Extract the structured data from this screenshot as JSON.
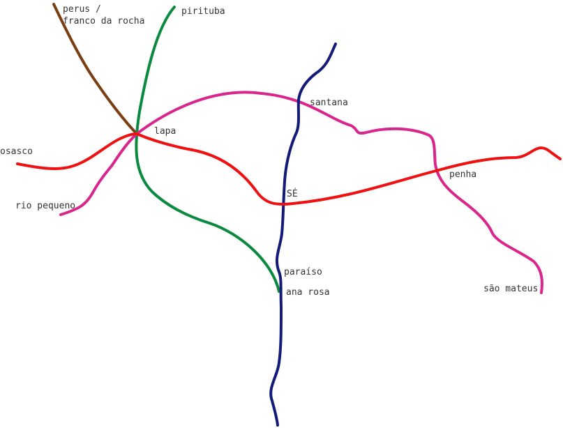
{
  "map": {
    "lines": [
      {
        "id": "brown",
        "color": "#7a3e12"
      },
      {
        "id": "green",
        "color": "#0a8a3e"
      },
      {
        "id": "magenta",
        "color": "#d9268c"
      },
      {
        "id": "navy",
        "color": "#141a78"
      },
      {
        "id": "red",
        "color": "#ee1111"
      }
    ],
    "stations": {
      "perus": "perus /\nfranco da rocha",
      "pirituba": "pirituba",
      "lapa": "lapa",
      "osasco": "osasco",
      "rio_pequeno": "rio pequeno",
      "santana": "santana",
      "se": "SÉ",
      "penha": "penha",
      "paraiso": "paraíso",
      "ana_rosa": "ana rosa",
      "sao_mateus": "são mateus"
    }
  }
}
